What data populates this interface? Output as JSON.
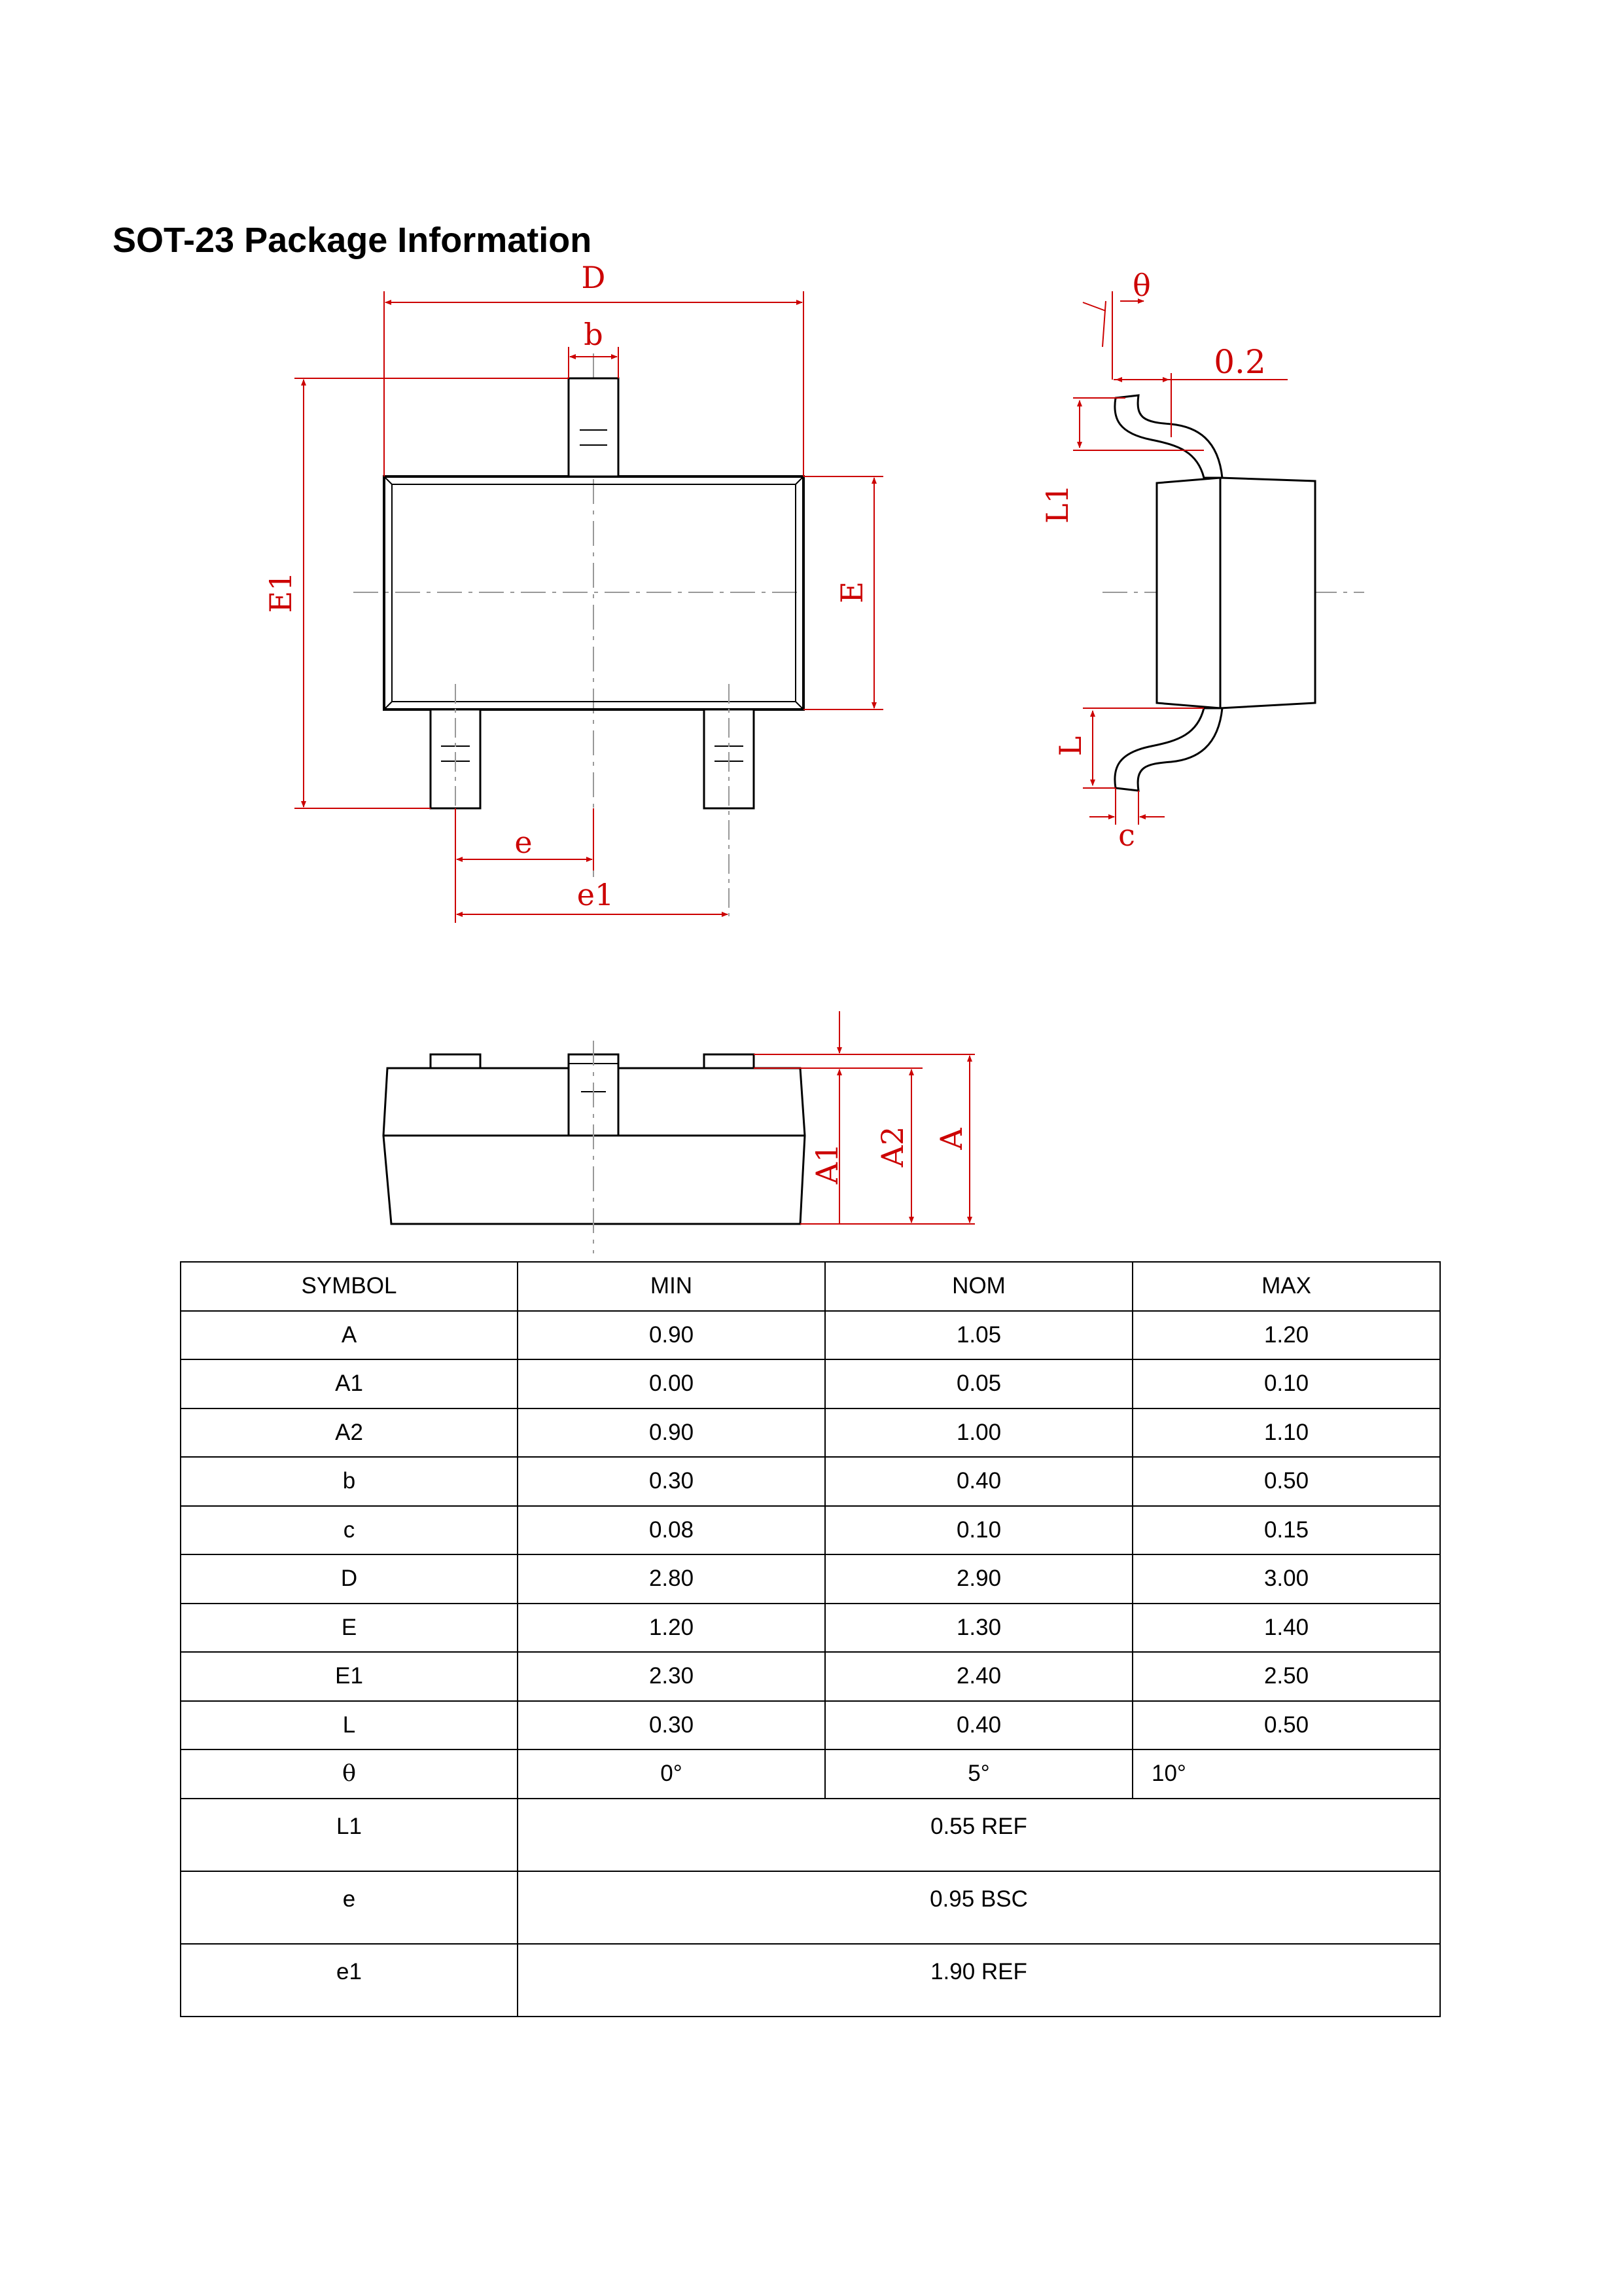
{
  "title": "SOT-23 Package Information",
  "diagram_labels": {
    "D": "D",
    "b": "b",
    "E1": "E1",
    "E": "E",
    "e": "e",
    "e1": "e1",
    "theta": "θ",
    "gauge": "0.2",
    "L1": "L1",
    "L": "L",
    "c": "c",
    "A1": "A1",
    "A2": "A2",
    "A": "A"
  },
  "colors": {
    "dimension": "#cc0000",
    "outline": "#000000",
    "centerline": "#999999"
  },
  "table": {
    "headers": [
      "SYMBOL",
      "MIN",
      "NOM",
      "MAX"
    ],
    "rows": [
      [
        "A",
        "0.90",
        "1.05",
        "1.20"
      ],
      [
        "A1",
        "0.00",
        "0.05",
        "0.10"
      ],
      [
        "A2",
        "0.90",
        "1.00",
        "1.10"
      ],
      [
        "b",
        "0.30",
        "0.40",
        "0.50"
      ],
      [
        "c",
        "0.08",
        "0.10",
        "0.15"
      ],
      [
        "D",
        "2.80",
        "2.90",
        "3.00"
      ],
      [
        "E",
        "1.20",
        "1.30",
        "1.40"
      ],
      [
        "E1",
        "2.30",
        "2.40",
        "2.50"
      ],
      [
        "L",
        "0.30",
        "0.40",
        "0.50"
      ],
      [
        "θ",
        "0°",
        "5°",
        "10°"
      ]
    ],
    "ref_rows": [
      [
        "L1",
        "0.55 REF"
      ],
      [
        "e",
        "0.95 BSC"
      ],
      [
        "e1",
        "1.90 REF"
      ]
    ]
  }
}
